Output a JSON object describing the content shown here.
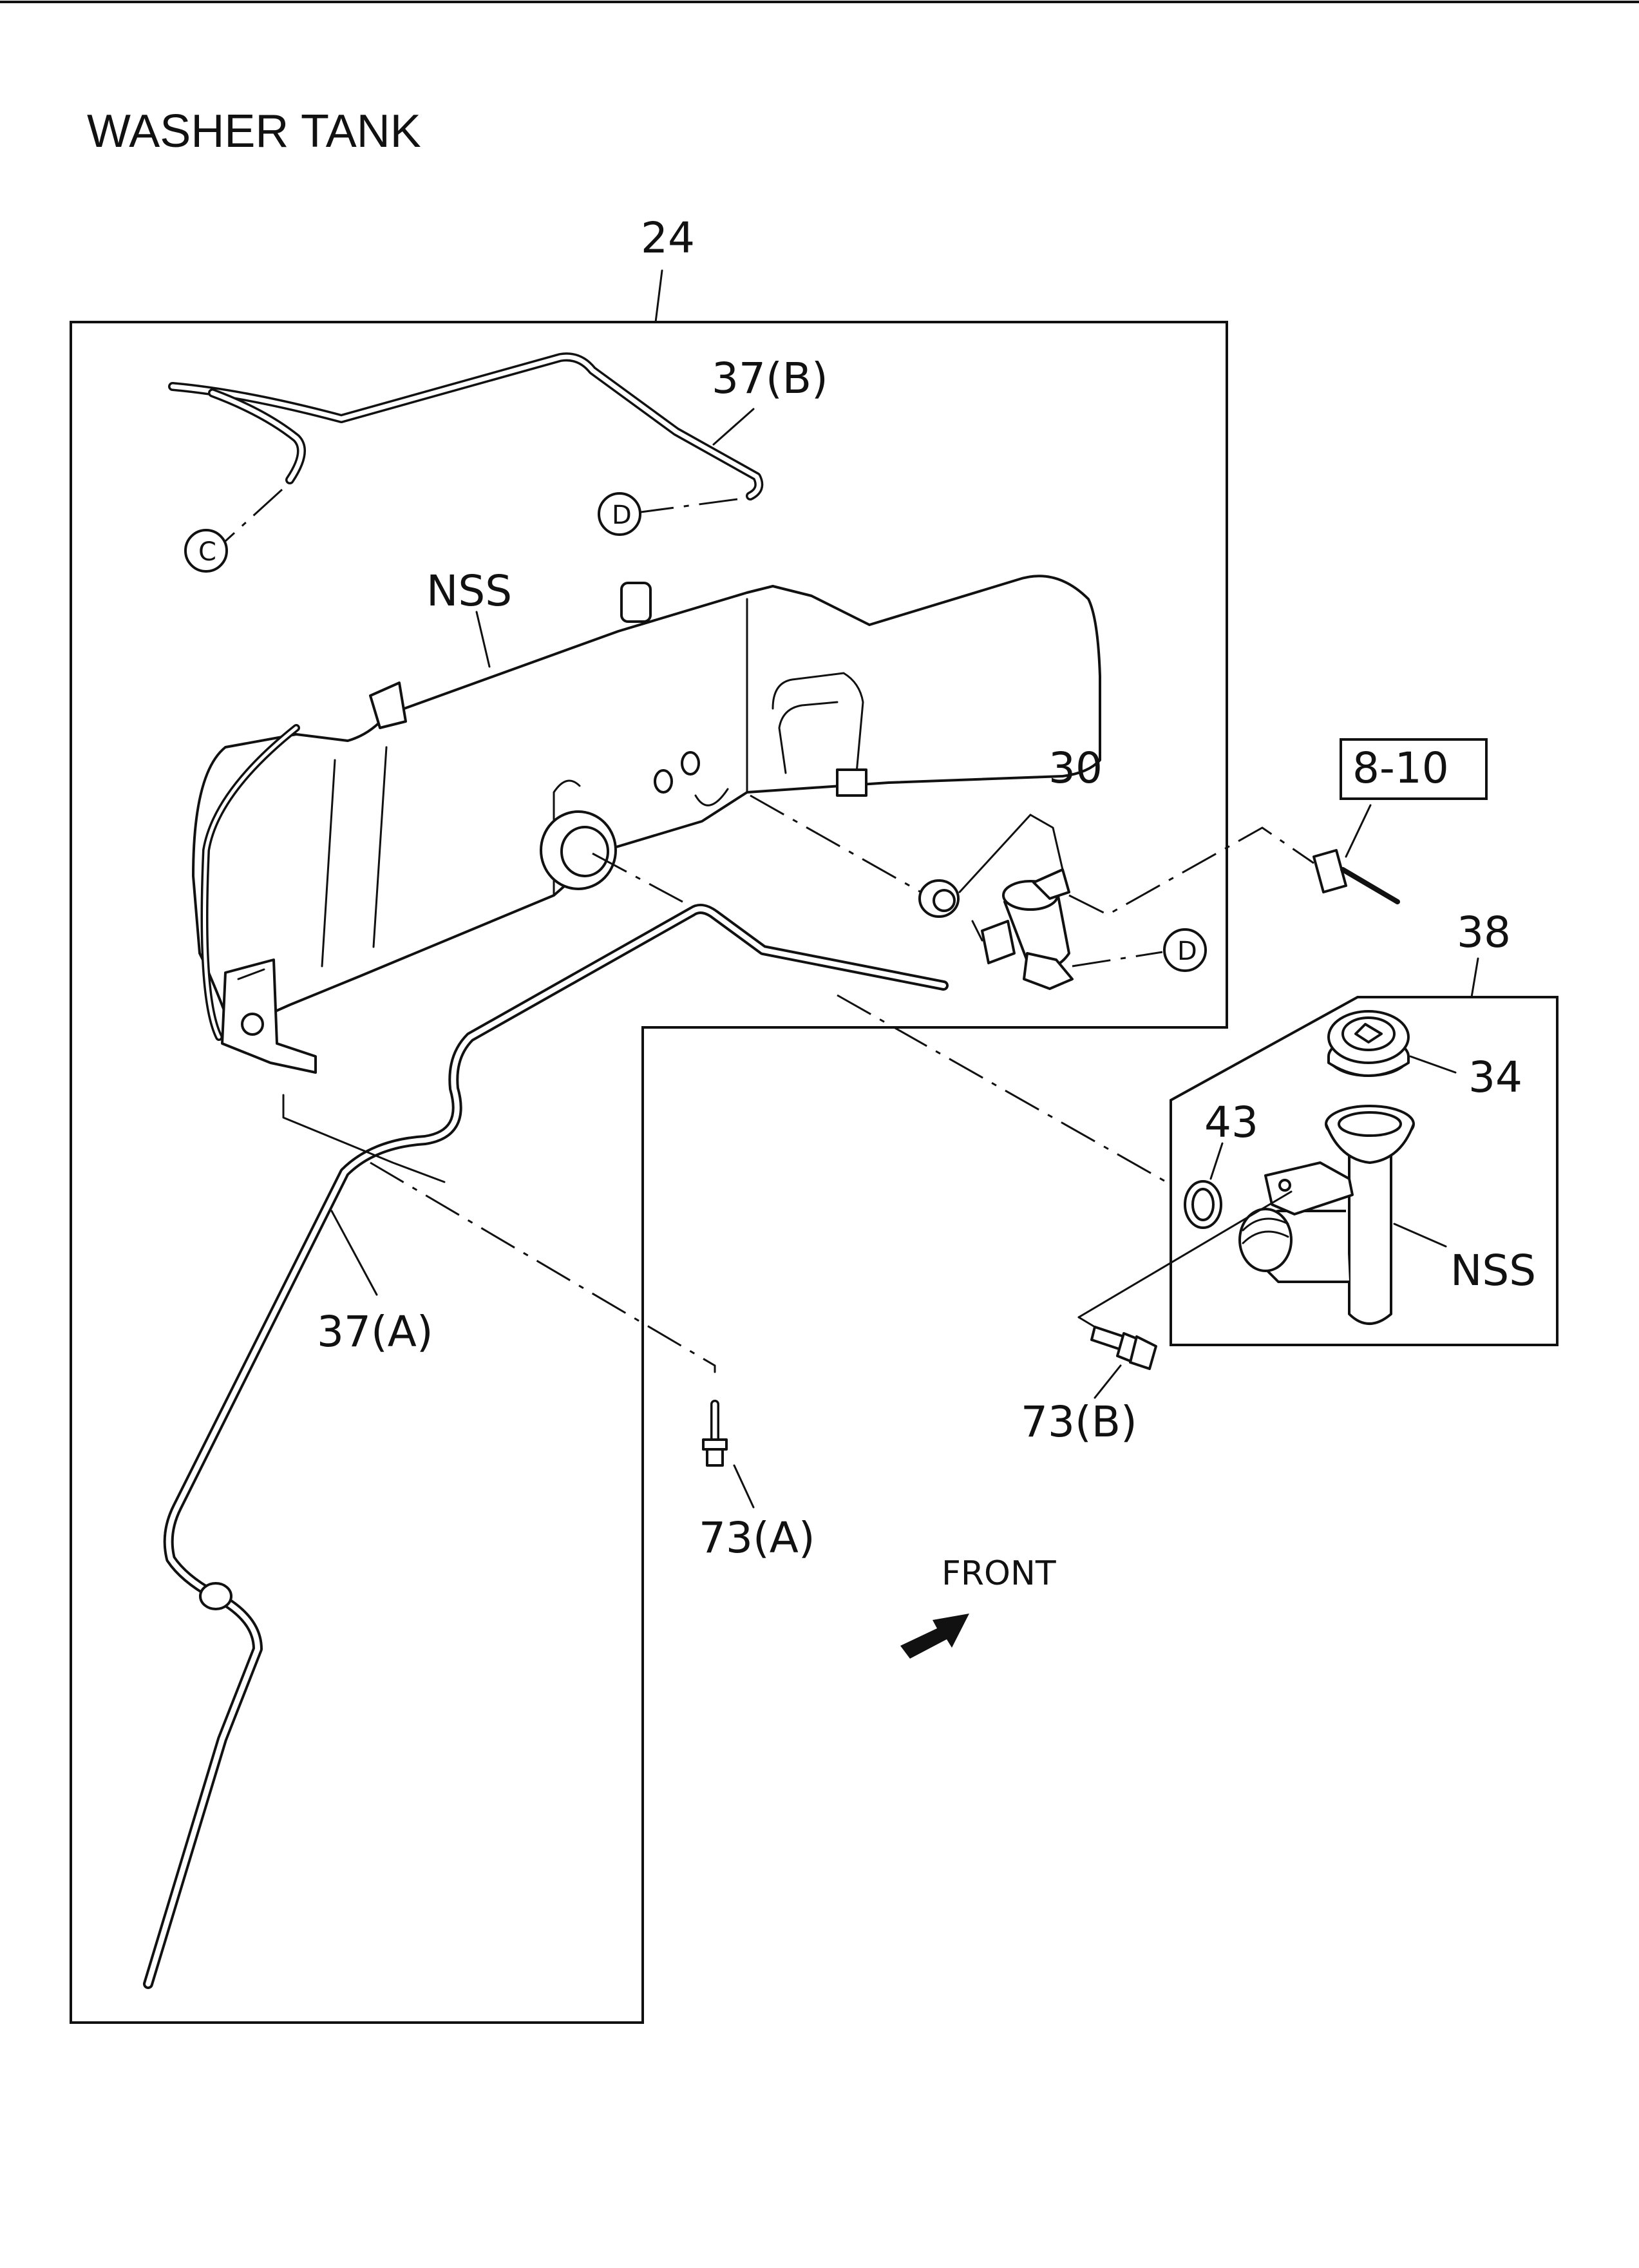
{
  "title": "WASHER TANK",
  "callouts": {
    "assembly": "24",
    "hose_b": "37(B)",
    "hose_a": "37(A)",
    "tank": "NSS",
    "pump": "30",
    "ref_box": "8-10",
    "filler_assy": "38",
    "cap": "34",
    "oring": "43",
    "filler_pipe": "NSS",
    "bolt_a": "73(A)",
    "bolt_b": "73(B)"
  },
  "connectors": {
    "c": "C",
    "d_top": "D",
    "d_pump": "D"
  },
  "front": "FRONT"
}
